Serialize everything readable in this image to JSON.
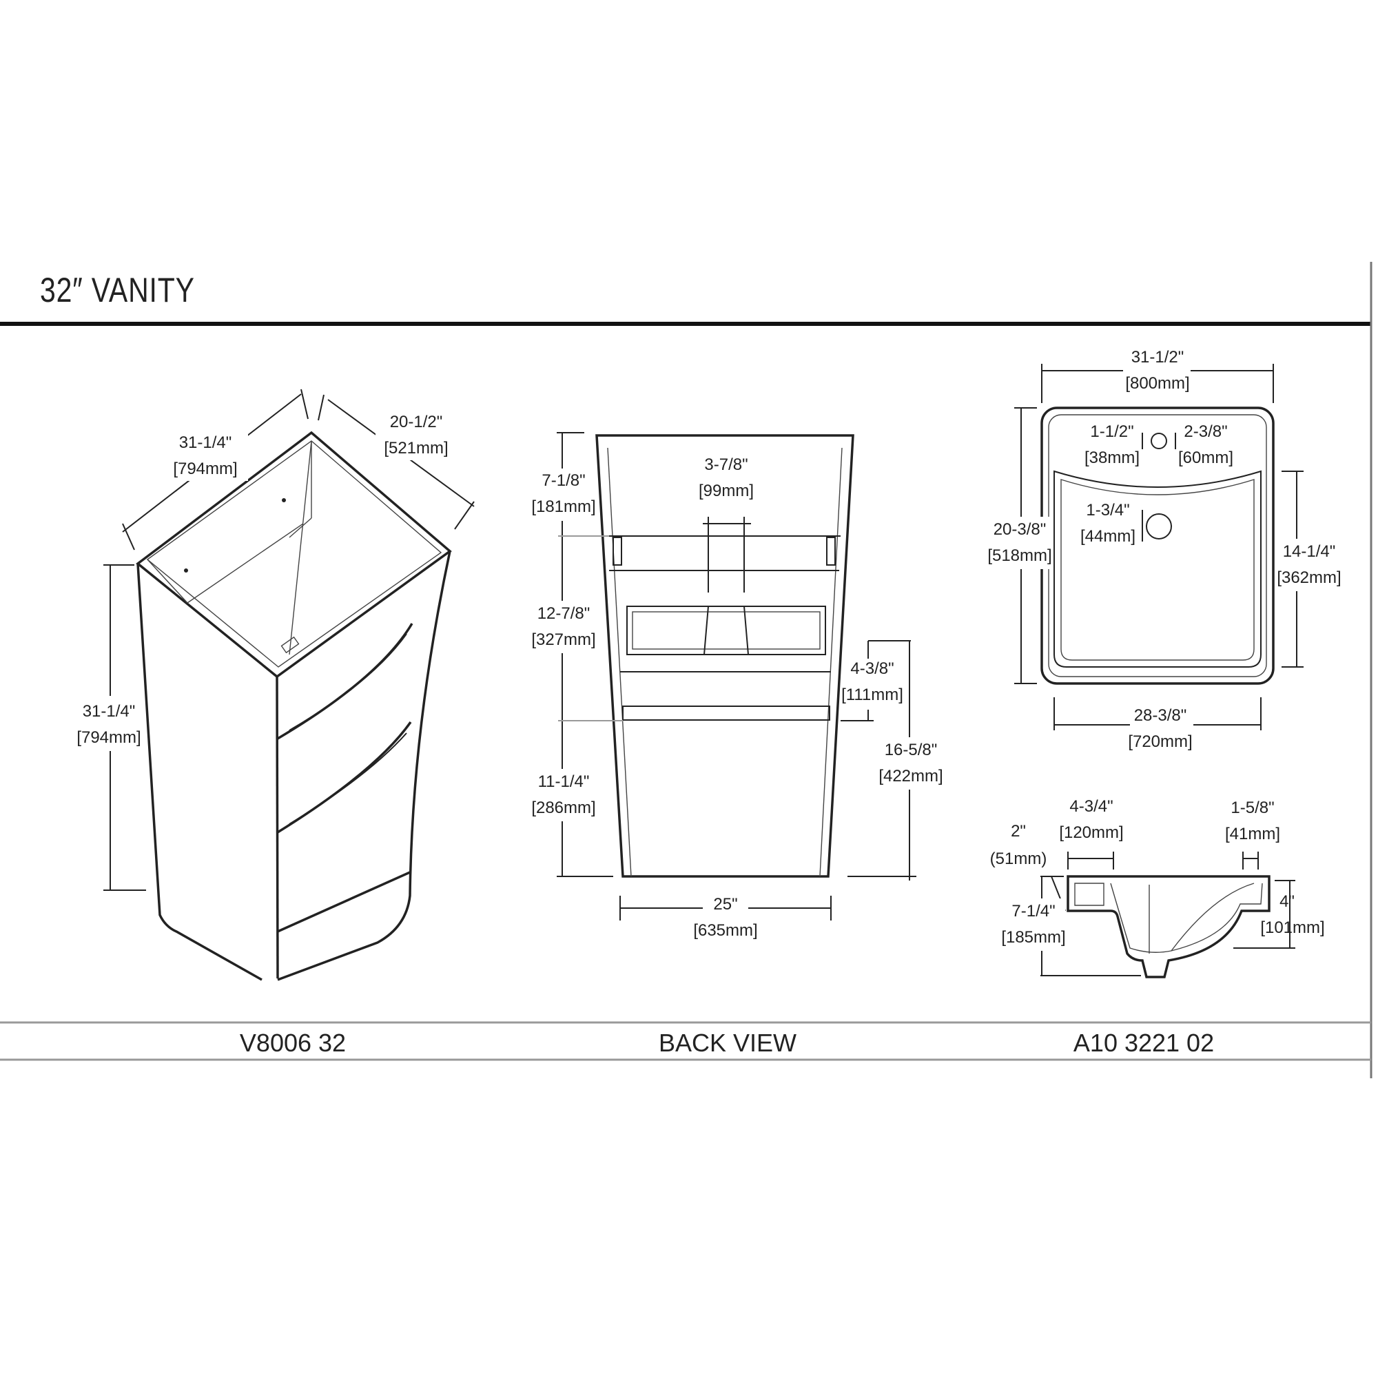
{
  "page_title": "32″ VANITY",
  "views": {
    "vanity": {
      "caption": "V8006 32",
      "dims": {
        "depth_in": "20-1/2\"",
        "depth_mm": "[521mm]",
        "width_in": "31-1/4\"",
        "width_mm": "[794mm]",
        "height_in": "31-1/4\"",
        "height_mm": "[794mm]"
      }
    },
    "back": {
      "caption": "BACK VIEW",
      "dims": {
        "top_in": "7-1/8\"",
        "top_mm": "[181mm]",
        "mid_in": "12-7/8\"",
        "mid_mm": "[327mm]",
        "low_in": "11-1/4\"",
        "low_mm": "[286mm]",
        "drain_in": "3-7/8\"",
        "drain_mm": "[99mm]",
        "opening_in": "4-3/8\"",
        "opening_mm": "[111mm]",
        "right_in": "16-5/8\"",
        "right_mm": "[422mm]",
        "base_in": "25\"",
        "base_mm": "[635mm]"
      }
    },
    "sink": {
      "caption": "A10 3221 02",
      "top": {
        "width_in": "31-1/2\"",
        "width_mm": "[800mm]",
        "depth_in": "20-3/8\"",
        "depth_mm": "[518mm]",
        "faucet_off_in": "1-1/2\"",
        "faucet_off_mm": "[38mm]",
        "faucet_dia_in": "2-3/8\"",
        "faucet_dia_mm": "[60mm]",
        "drain_dia_in": "1-3/4\"",
        "drain_dia_mm": "[44mm]",
        "bowl_depth_in": "14-1/4\"",
        "bowl_depth_mm": "[362mm]",
        "bowl_width_in": "28-3/8\"",
        "bowl_width_mm": "[720mm]"
      },
      "section": {
        "deck_in": "4-3/4\"",
        "deck_mm": "[120mm]",
        "rim_in": "1-5/8\"",
        "rim_mm": "[41mm]",
        "lip_in": "2\"",
        "lip_mm": "(51mm)",
        "total_in": "7-1/4\"",
        "total_mm": "[185mm]",
        "bowl_in": "4\"",
        "bowl_mm": "[101mm]"
      }
    }
  }
}
